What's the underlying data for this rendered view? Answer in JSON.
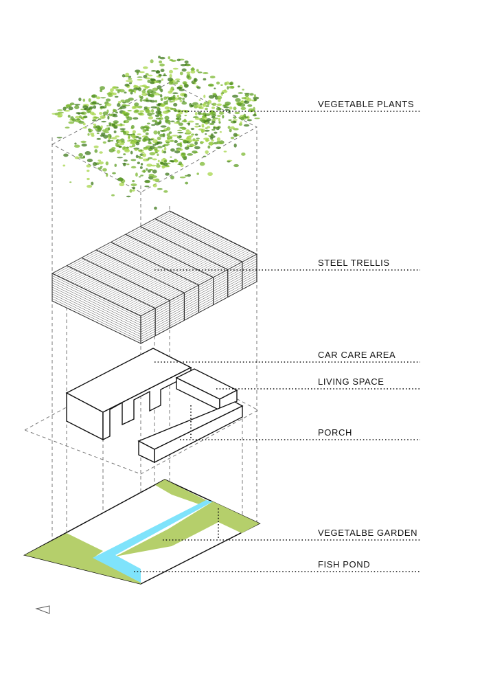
{
  "layers": [
    {
      "key": "plants",
      "label": "VEGETABLE PLANTS"
    },
    {
      "key": "trellis",
      "label": "STEEL TRELLIS"
    },
    {
      "key": "carcare",
      "label": "CAR CARE AREA"
    },
    {
      "key": "living",
      "label": "LIVING SPACE"
    },
    {
      "key": "porch",
      "label": "PORCH"
    },
    {
      "key": "garden",
      "label": "VEGETALBE GARDEN"
    },
    {
      "key": "pond",
      "label": "FISH POND"
    }
  ],
  "colors": {
    "grass": "#b5cf6b",
    "water": "#7fe3fb",
    "foliage": "#7cb832",
    "foliage_dark": "#3f7a1c"
  }
}
